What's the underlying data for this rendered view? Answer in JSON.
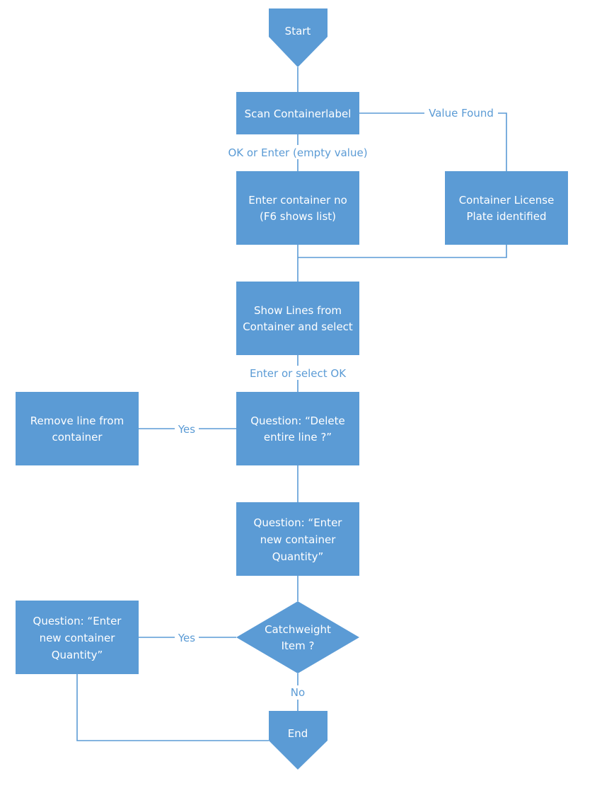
{
  "colors": {
    "node_fill": "#5b9bd5",
    "node_text": "#ffffff",
    "connector": "#5b9bd5",
    "background": "#ffffff"
  },
  "nodes": {
    "start": "Start",
    "scan": "Scan Containerlabel",
    "enter_container": [
      "Enter container no",
      "(F6 shows list)"
    ],
    "license_plate": [
      "Container License",
      "Plate identified"
    ],
    "show_lines": [
      "Show Lines from",
      "Container and select"
    ],
    "delete_question": [
      "Question: “Delete",
      "entire line ?”"
    ],
    "remove_line": [
      "Remove line from",
      "container"
    ],
    "qty_question": [
      "Question: “Enter",
      "new container",
      "Quantity”"
    ],
    "catchweight": [
      "Catchweight",
      "Item ?"
    ],
    "cw_qty_question": [
      "Question: “Enter",
      "new container",
      "Quantity”"
    ],
    "end": "End"
  },
  "edges": {
    "value_found": "Value Found",
    "ok_or_enter": "OK or Enter (empty value)",
    "enter_or_select": "Enter or select OK",
    "delete_yes": "Yes",
    "catchweight_yes": "Yes",
    "catchweight_no": "No"
  }
}
